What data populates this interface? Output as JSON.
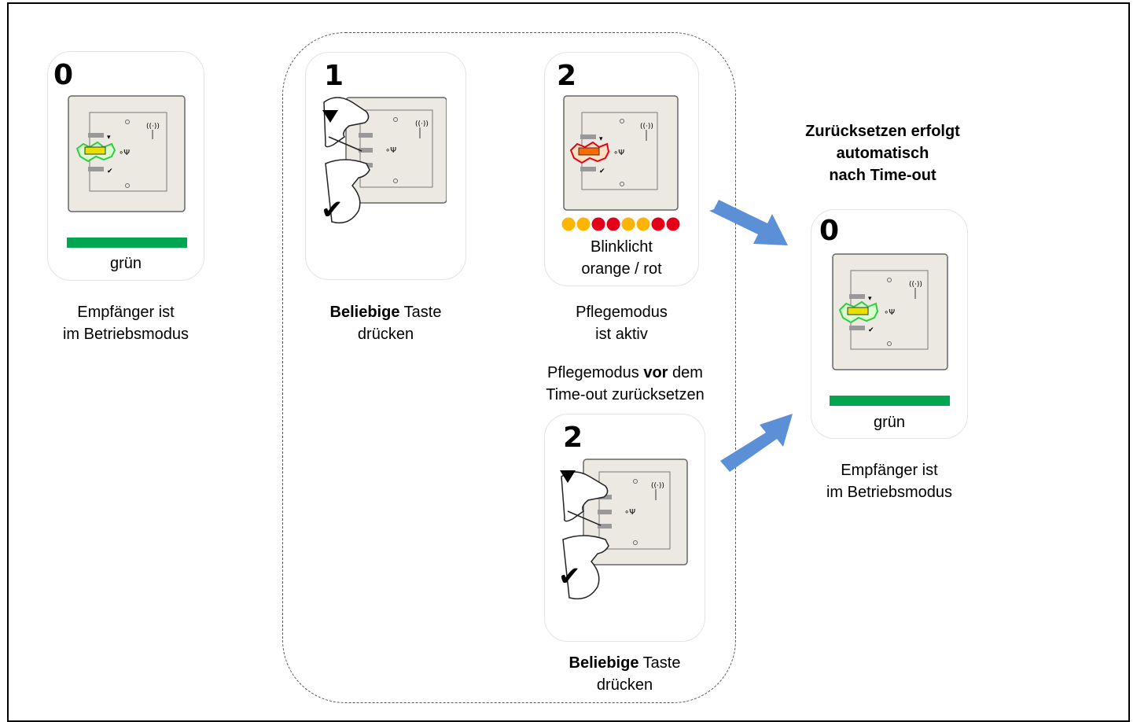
{
  "step0_left": {
    "number": "0",
    "bar_color": "#00a650",
    "led_label": "grün",
    "caption_line1": "Empfänger ist",
    "caption_line2": "im Betriebsmodus"
  },
  "step1": {
    "number": "1",
    "caption_bold": "Beliebige",
    "caption_rest": " Taste",
    "caption_line2": "drücken"
  },
  "step2_top": {
    "number": "2",
    "blink_label_line1": "Blinklicht",
    "blink_label_line2": "orange / rot",
    "caption_line1": "Pflegemodus",
    "caption_line2": "ist aktiv",
    "dot_colors": [
      "#ffb400",
      "#ffb400",
      "#e5001a",
      "#e5001a",
      "#ffb400",
      "#ffb400",
      "#e5001a",
      "#e5001a"
    ]
  },
  "reset_before": {
    "line1_pre": "Pflegemodus ",
    "line1_bold": "vor",
    "line1_post": " dem",
    "line2": "Time-out zurücksetzen"
  },
  "step2_bottom": {
    "number": "2",
    "caption_bold": "Beliebige",
    "caption_rest": " Taste",
    "caption_line2": "drücken"
  },
  "auto_reset": {
    "line1": "Zurücksetzen erfolgt",
    "line2": "automatisch",
    "line3": "nach Time-out"
  },
  "step0_right": {
    "number": "0",
    "led_label": "grün",
    "caption_line1": "Empfänger ist",
    "caption_line2": "im Betriebsmodus"
  },
  "colors": {
    "arrow": "#5b8fd6",
    "green": "#00a650",
    "orange": "#ffb400",
    "red": "#e5001a"
  }
}
